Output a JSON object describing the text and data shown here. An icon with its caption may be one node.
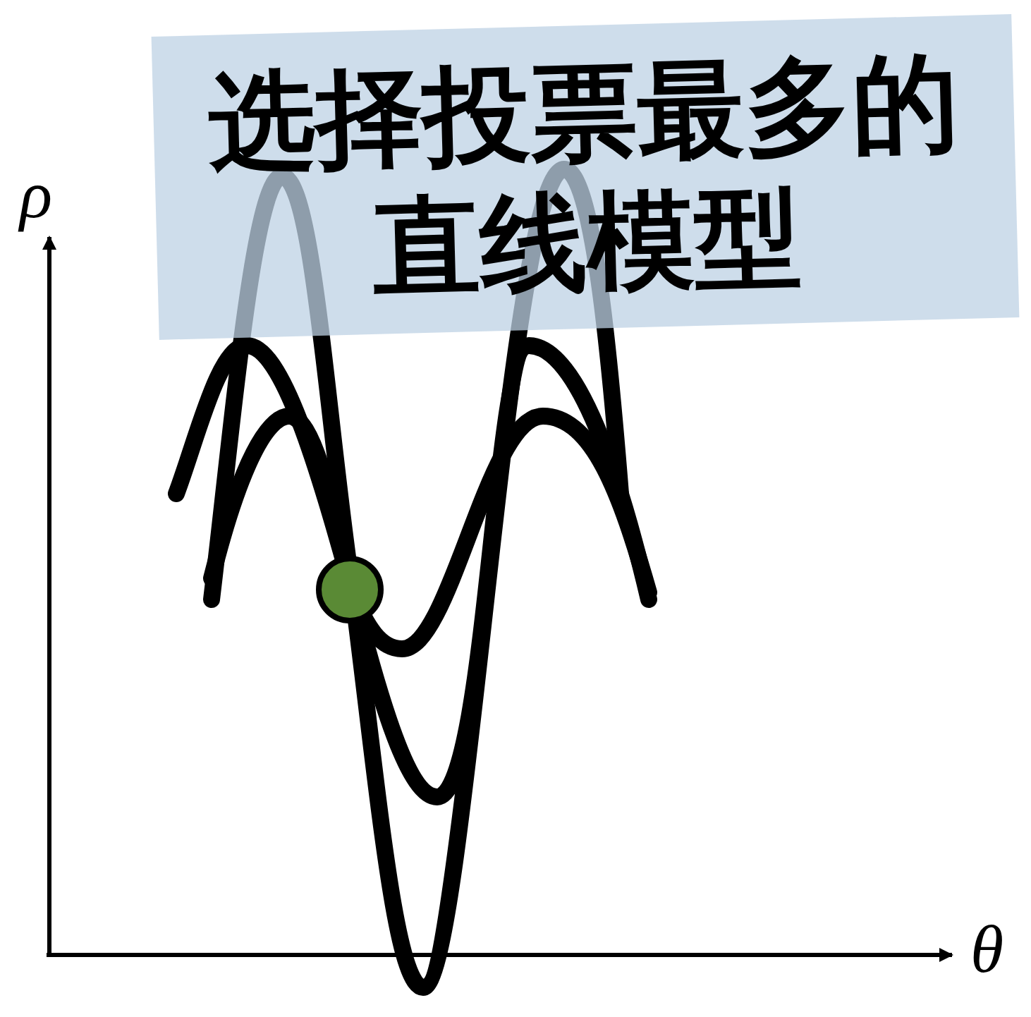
{
  "diagram": {
    "nodes": [
      {
        "text": [
          "选择投票最多的直线模型"
        ]
      }
    ],
    "labels": [
      "ρ",
      "θ"
    ]
  }
}
